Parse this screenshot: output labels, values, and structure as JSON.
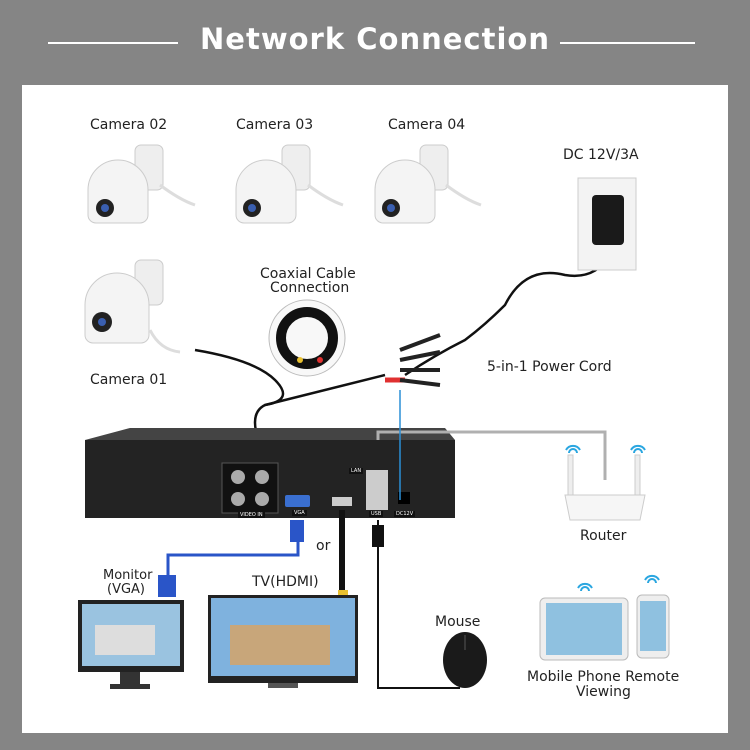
{
  "title": "Network Connection",
  "labels": {
    "camera_02": "Camera 02",
    "camera_03": "Camera 03",
    "camera_04": "Camera 04",
    "camera_01": "Camera 01",
    "power_adapter": "DC 12V/3A",
    "coaxial_line1": "Coaxial Cable",
    "coaxial_line2": "Connection",
    "power_cord": "5-in-1 Power Cord",
    "router": "Router",
    "monitor_line1": "Monitor",
    "monitor_line2": "(VGA)",
    "tv": "TV(HDMI)",
    "or": "or",
    "mouse": "Mouse",
    "mobile_line1": "Mobile Phone Remote",
    "mobile_line2": "Viewing"
  },
  "dvr_ports": {
    "video_in": "VIDEO IN",
    "vga": "VGA",
    "lan": "LAN",
    "usb": "USB",
    "dc": "DC12V"
  },
  "colors": {
    "background": "#858585",
    "panel": "#ffffff",
    "vga_cable": "#2a55c8",
    "lan_cable": "#b0b0b0",
    "power_line": "#2b8fd6",
    "dvr": "#2a2a2a",
    "wifi": "#2aa6e0"
  }
}
